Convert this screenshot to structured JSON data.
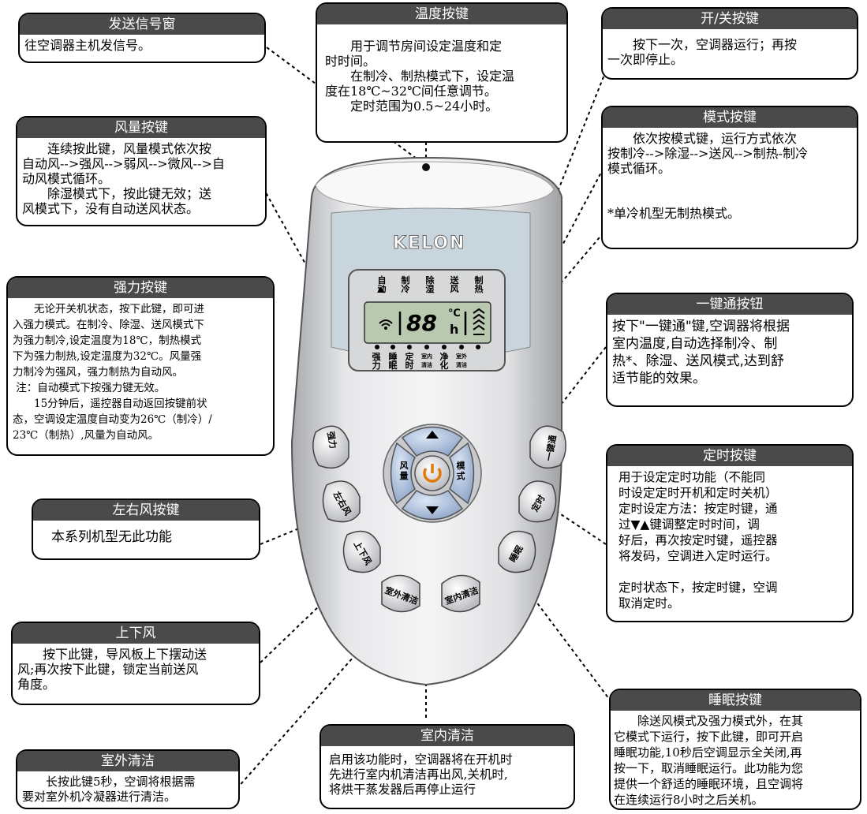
{
  "logo": "KELON",
  "lcd": {
    "top_labels": [
      [
        "自",
        "动"
      ],
      [
        "制",
        "冷"
      ],
      [
        "除",
        "湿"
      ],
      [
        "送",
        "风"
      ],
      [
        "制",
        "热"
      ]
    ],
    "digits": "88",
    "unit_c": "℃",
    "unit_h": "h",
    "bottom_labels": [
      [
        "强",
        "力"
      ],
      [
        "睡",
        "眠"
      ],
      [
        "定",
        "时"
      ],
      [
        "室内",
        "清洁"
      ],
      [
        "净",
        "化"
      ],
      [
        "室外",
        "清洁"
      ]
    ]
  },
  "buttons": {
    "qiangli": "强力",
    "fengliang": "风量",
    "moshi": "模式",
    "zuoyoufeng": "左右风",
    "shangxiafeng": "上下风",
    "shiwaiqingjie": "室外清洁",
    "shineiqingjie": "室内清洁",
    "dingshi": "定时",
    "shuimian": "睡眠",
    "yijiantong": "一键通"
  },
  "callouts": {
    "send_window": {
      "title": "发送信号窗",
      "text": "往空调器主机发信号。"
    },
    "temp": {
      "title": "温度按键",
      "text": "　　用于调节房间设定温度和定\n时时间。\n　　在制冷、制热模式下，设定温\n度在18℃~32℃间任意调节。\n　　定时范围为0.5~24小时。"
    },
    "power": {
      "title": "开/关按键",
      "text": "　　按下一次，空调器运行；再按\n一次即停止。"
    },
    "fan": {
      "title": "风量按键",
      "text": "　　连续按此键，风量模式依次按\n自动风-->强风-->弱风-->微风-->自\n动风模式循环。\n　　除湿模式下，按此键无效；送\n风模式下，没有自动送风状态。"
    },
    "mode": {
      "title": "模式按键",
      "text": "　　依次按模式键，运行方式依次\n按制冷-->除湿-->送风-->制热-制冷\n模式循环。\n\n\n*单冷机型无制热模式。"
    },
    "strong": {
      "title": "强力按键",
      "text": "　　无论开关机状态，按下此键，即可进\n入强力模式。在制冷、除湿、送风模式下\n为强力制冷,设定温度为18℃，制热模式\n下为强力制热,设定温度为32℃。风量强\n力制冷为强风，强力制热为自动风。\n 注：自动模式下按强力键无效。\n　　15分钟后，遥控器自动返回按键前状\n态，空调设定温度自动变为26℃（制冷）/\n23℃（制热）,风量为自动风。"
    },
    "onekey": {
      "title": "一键通按钮",
      "text": "按下\"一键通\"键,空调器将根据\n室内温度,自动选择制冷、制\n热*、除湿、送风模式,达到舒\n适节能的效果。"
    },
    "timer": {
      "title": "定时按键",
      "text": "用于设定定时功能（不能同\n时设定定时开机和定时关机）\n定时设定方法：按定时键，通\n过▼▲键调整定时时间，调\n好后，再次按定时键，遥控器\n将发码，空调进入定时运行。\n\n定时状态下，按定时键，空调\n取消定时。"
    },
    "leftright": {
      "title": "左右风按键",
      "text": "　本系列机型无此功能"
    },
    "updown": {
      "title": "上下风",
      "text": "　　按下此键，导风板上下摆动送\n风;再次按下此键，锁定当前送风\n角度。"
    },
    "sleep": {
      "title": "睡眠按键",
      "text": "　　除送风模式及强力模式外，在其\n它模式下运行，按下此键，即可开启\n睡眠功能,10秒后空调显示全关闭,再\n按一下，取消睡眠运行。此功能为您\n提供一个舒适的睡眠环境，且空调将\n在连续运行8小时之后关机。"
    },
    "indoor": {
      "title": "室内清洁",
      "text": "启用该功能时，空调器将在开机时\n先进行室内机清洁再出风,关机时,\n将烘干蒸发器后再停止运行"
    },
    "outdoor": {
      "title": "室外清洁",
      "text": "　　长按此键5秒，空调将根据需\n要对室外机冷凝器进行清洁。"
    }
  },
  "colors": {
    "header": "#4a4a4a",
    "lcd": "#b9c9b0",
    "power_orange": "#e07a10",
    "body_gray": "#c9cbcf",
    "button_blue": "#9fb3d4"
  }
}
